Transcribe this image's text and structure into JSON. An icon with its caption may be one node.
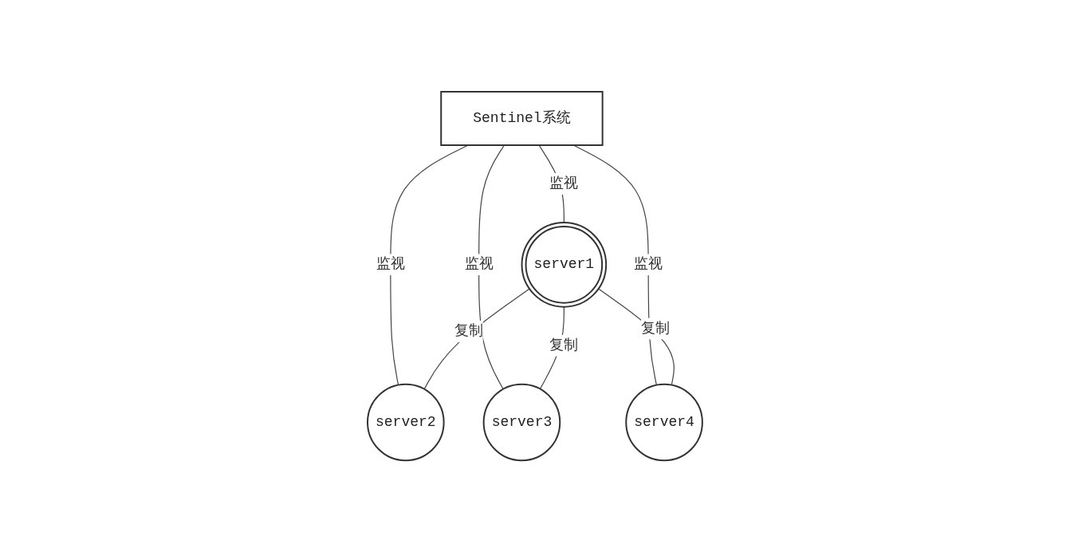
{
  "diagram": {
    "nodes": [
      {
        "text": [
          "Sentinel系统"
        ]
      },
      {
        "text": [
          "server1"
        ]
      },
      {
        "text": [
          "server2"
        ]
      },
      {
        "text": [
          "server3"
        ]
      },
      {
        "text": [
          "server4"
        ]
      }
    ],
    "edges": [
      {
        "from": 0,
        "to": 1,
        "arrow": "none",
        "label": "监视"
      },
      {
        "from": 0,
        "to": 2,
        "arrow": "none",
        "label": "监视"
      },
      {
        "from": 0,
        "to": 3,
        "arrow": "none",
        "label": "监视"
      },
      {
        "from": 0,
        "to": 4,
        "arrow": "none",
        "label": "监视"
      },
      {
        "from": 1,
        "to": 2,
        "arrow": "none",
        "label": "复制"
      },
      {
        "from": 1,
        "to": 3,
        "arrow": "none",
        "label": "复制"
      },
      {
        "from": 1,
        "to": 4,
        "arrow": "none",
        "label": "复制"
      }
    ]
  }
}
